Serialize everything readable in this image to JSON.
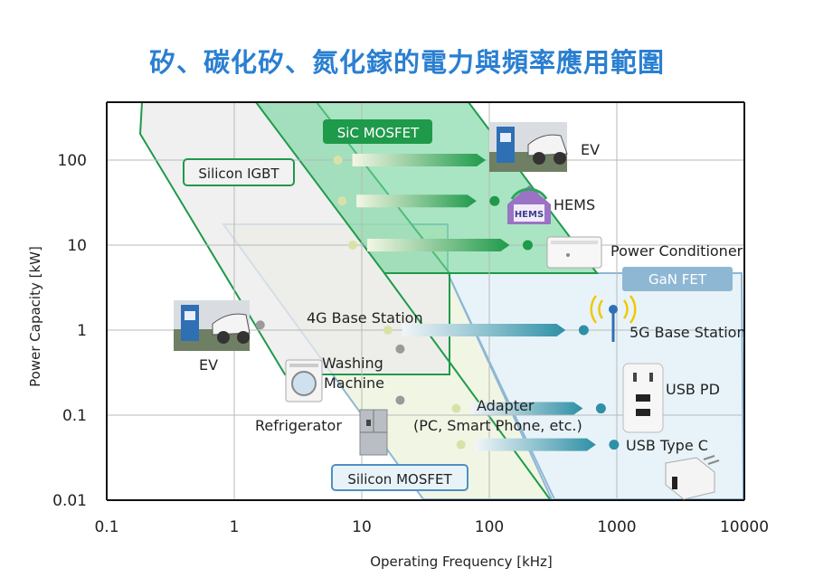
{
  "chart_data": {
    "type": "scatter",
    "title": "矽、碳化矽、氮化鎵的電力與頻率應用範圍",
    "xlabel": "Operating Frequency [kHz]",
    "ylabel": "Power Capacity [kW]",
    "x_scale": "log",
    "y_scale": "log",
    "xlim": [
      0.1,
      10000
    ],
    "ylim": [
      0.01,
      500
    ],
    "x_ticks": [
      "0.1",
      "1",
      "10",
      "100",
      "1000",
      "10000"
    ],
    "y_ticks": [
      "0.01",
      "0.1",
      "1",
      "10",
      "100"
    ],
    "grid": true,
    "regions": [
      {
        "name": "Silicon IGBT",
        "color": "#1e9a4a",
        "fill": "#ebebeb"
      },
      {
        "name": "SiC MOSFET",
        "color": "#1e9a4a",
        "fill": "#6fd39a"
      },
      {
        "name": "GaN FET",
        "color": "#8eb7d4",
        "fill": "#e8f3f9"
      },
      {
        "name": "Silicon MOSFET",
        "color": "#8eb7d4",
        "fill": "#f1f6e4"
      }
    ],
    "migrations": [
      {
        "label": "EV",
        "from": [
          6.5,
          100
        ],
        "to": [
          130,
          100
        ],
        "color": "#1e9a4a"
      },
      {
        "label": "HEMS",
        "from": [
          7,
          33
        ],
        "to": [
          110,
          33
        ],
        "color": "#1e9a4a"
      },
      {
        "label": "Power Conditioner",
        "from": [
          8.5,
          10
        ],
        "to": [
          200,
          10
        ],
        "color": "#1e9a4a"
      },
      {
        "label": "5G Base Station",
        "from": [
          16,
          1
        ],
        "to": [
          550,
          1
        ],
        "color": "#2e90a6"
      },
      {
        "label": "USB PD",
        "from": [
          55,
          0.12
        ],
        "to": [
          750,
          0.12
        ],
        "color": "#2e90a6"
      },
      {
        "label": "USB Type C",
        "from": [
          60,
          0.045
        ],
        "to": [
          950,
          0.045
        ],
        "color": "#2e90a6"
      }
    ],
    "points": [
      {
        "label": "EV",
        "x": 1.6,
        "y": 1.15
      },
      {
        "label": "Washing Machine",
        "x": 20,
        "y": 0.6
      },
      {
        "label": "Refrigerator",
        "x": 20,
        "y": 0.15
      }
    ],
    "labels": {
      "ev_top": "EV",
      "hems": "HEMS",
      "power_conditioner": "Power Conditioner",
      "base_4g": "4G Base Station",
      "base_5g": "5G Base Station",
      "ev_left": "EV",
      "washing_1": "Washing",
      "washing_2": "Machine",
      "usb_pd": "USB PD",
      "adapter_1": "Adapter",
      "adapter_2": "(PC, Smart Phone, etc.)",
      "refrigerator": "Refrigerator",
      "usb_c": "USB Type C",
      "hems_badge": "HEMS"
    },
    "tags": {
      "sic": "SiC MOSFET",
      "igbt": "Silicon IGBT",
      "gan": "GaN FET",
      "simos": "Silicon MOSFET"
    }
  }
}
